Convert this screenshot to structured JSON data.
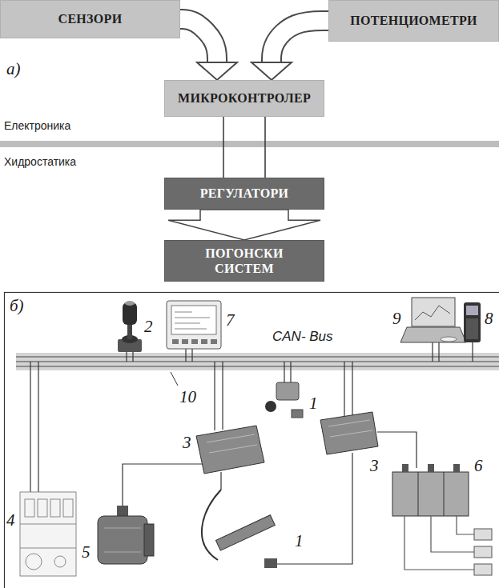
{
  "diagram": {
    "nodes": [
      {
        "text": [
          "СЕНЗОРИ"
        ]
      },
      {
        "text": [
          "ПОТЕНЦИОМЕТРИ"
        ]
      },
      {
        "text": [
          "МИКРОКОНТРОЛЕР"
        ]
      },
      {
        "text": [
          "РЕГУЛАТОРИ"
        ]
      },
      {
        "text": [
          "ПОГОНСКИ СИСТЕМ"
        ]
      }
    ],
    "edges": [
      {
        "from": 0,
        "to": 2,
        "arrow": "to"
      },
      {
        "from": 1,
        "to": 2,
        "arrow": "to"
      },
      {
        "from": 2,
        "to": 3,
        "arrow": "none"
      },
      {
        "from": 2,
        "to": 3,
        "arrow": "none"
      },
      {
        "from": 3,
        "to": 4,
        "arrow": "to"
      }
    ],
    "labels": [
      "а)",
      "Електроника",
      "Хидростатика",
      "б)",
      "2",
      "7",
      "9",
      "8",
      "CAN- Bus",
      "10",
      "1",
      "3",
      "3",
      "4",
      "5",
      "6",
      "1"
    ]
  }
}
